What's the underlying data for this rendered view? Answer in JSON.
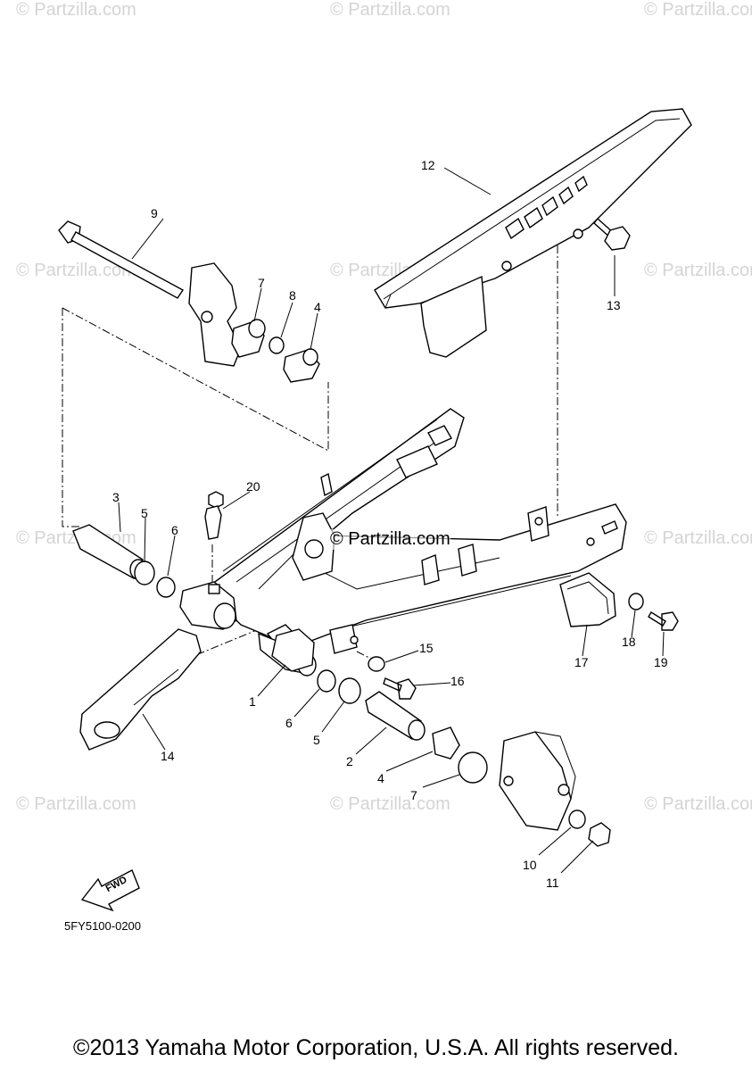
{
  "watermarks": {
    "text": "© Partzilla.com",
    "center": "© Partzilla.com"
  },
  "callouts": {
    "n1": "1",
    "n2": "2",
    "n3": "3",
    "n4a": "4",
    "n4b": "4",
    "n5a": "5",
    "n5b": "5",
    "n6a": "6",
    "n6b": "6",
    "n7a": "7",
    "n7b": "7",
    "n8": "8",
    "n9": "9",
    "n10": "10",
    "n11": "11",
    "n12": "12",
    "n13": "13",
    "n14": "14",
    "n15": "15",
    "n16": "16",
    "n17": "17",
    "n18": "18",
    "n19": "19",
    "n20": "20"
  },
  "fwd_label": "FWD",
  "diagram_code": "5FY5100-0200",
  "copyright": "©2013 Yamaha Motor Corporation, U.S.A. All rights reserved.",
  "colors": {
    "line": "#000000",
    "watermark": "#d4d4d4",
    "background": "#ffffff"
  }
}
